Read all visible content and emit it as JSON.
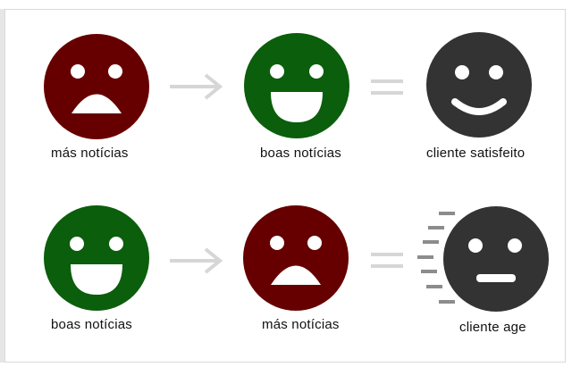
{
  "colors": {
    "bad_face": "#660000",
    "good_face": "#0b5e0b",
    "neutral_face": "#333333",
    "operator": "#d6d6d6",
    "speed_lines": "#8c8c8c",
    "label_text": "#111111"
  },
  "row1": {
    "face1": {
      "icon": "sad-face-icon",
      "label": "más notícias"
    },
    "operator1": {
      "icon": "arrow-right-icon"
    },
    "face2": {
      "icon": "happy-face-icon",
      "label": "boas notícias"
    },
    "operator2": {
      "icon": "equals-icon"
    },
    "face3": {
      "icon": "smiling-face-icon",
      "label": "cliente satisfeito"
    }
  },
  "row2": {
    "face1": {
      "icon": "happy-face-icon",
      "label": "boas notícias"
    },
    "operator1": {
      "icon": "arrow-right-icon"
    },
    "face2": {
      "icon": "sad-face-icon",
      "label": "más notícias"
    },
    "operator2": {
      "icon": "equals-icon"
    },
    "face3": {
      "icon": "neutral-face-moving-icon",
      "label": "cliente age"
    }
  }
}
